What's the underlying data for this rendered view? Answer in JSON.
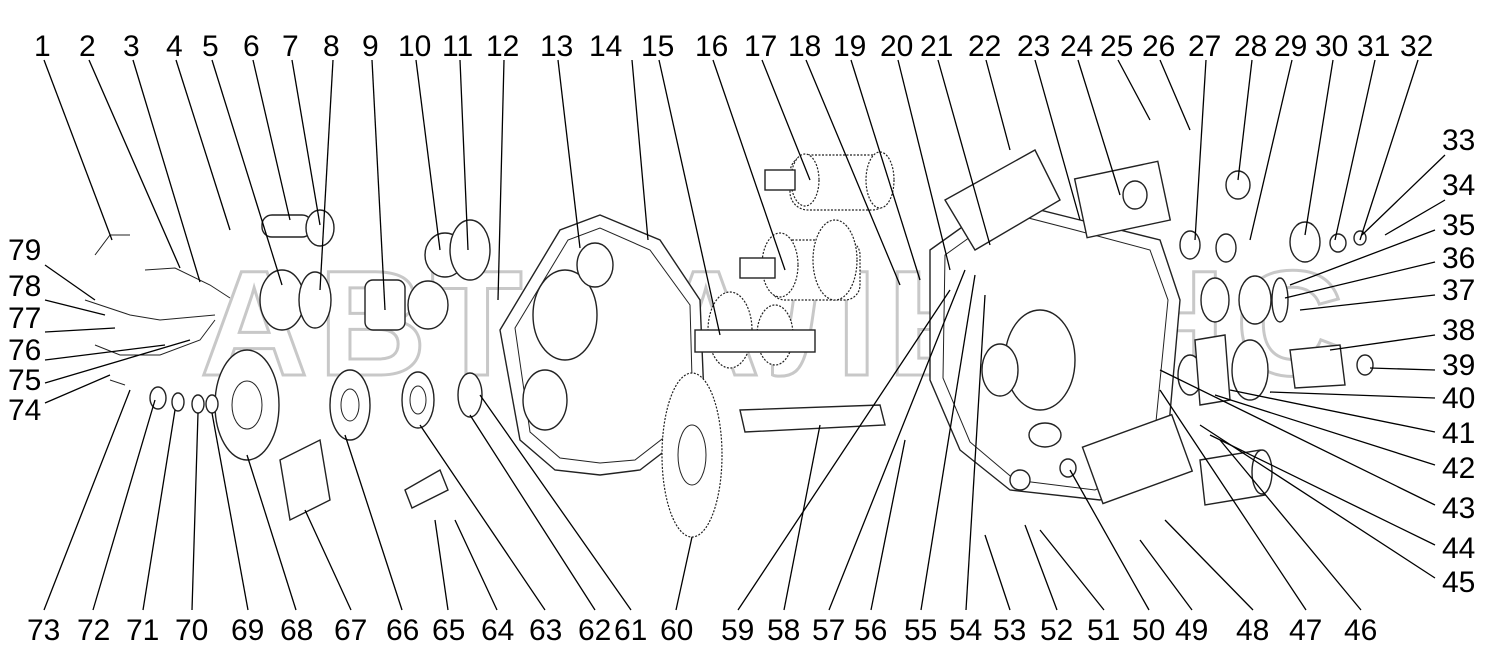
{
  "diagram": {
    "watermark": "АВТОАЛЬЯНС",
    "top_labels": [
      "1",
      "2",
      "3",
      "4",
      "5",
      "6",
      "7",
      "8",
      "9",
      "10",
      "11",
      "12",
      "13",
      "14",
      "15",
      "16",
      "17",
      "18",
      "19",
      "20",
      "21",
      "22",
      "23",
      "24",
      "25",
      "26",
      "27",
      "28",
      "29",
      "30",
      "31",
      "32"
    ],
    "right_labels": [
      "33",
      "34",
      "35",
      "36",
      "37",
      "38",
      "39",
      "40",
      "41",
      "42",
      "43",
      "44",
      "45"
    ],
    "left_labels": [
      "79",
      "78",
      "77",
      "76",
      "75",
      "74"
    ],
    "bottom_labels": [
      "73",
      "72",
      "71",
      "70",
      "69",
      "68",
      "67",
      "66",
      "65",
      "64",
      "63",
      "62",
      "61",
      "60",
      "59",
      "58",
      "57",
      "56",
      "55",
      "54",
      "53",
      "52",
      "51",
      "50",
      "49",
      "48",
      "47",
      "46"
    ]
  }
}
